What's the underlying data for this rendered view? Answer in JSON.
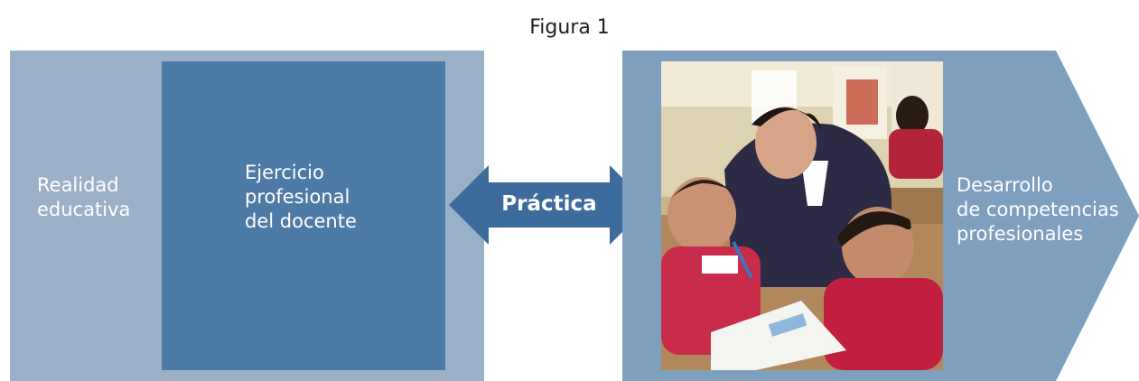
{
  "figure": {
    "title": "Figura 1"
  },
  "left_panel": {
    "outer_label": "Realidad\neducativa",
    "inner_label": "Ejercicio\nprofesional\ndel docente"
  },
  "connector": {
    "label": "Práctica"
  },
  "right_panel": {
    "label": "Desarrollo\nde competencias\nprofesionales"
  },
  "colors": {
    "outer_panel": "#9ab0c7",
    "inner_box": "#4e7ba6",
    "arrow": "#3d6c9c",
    "right_panel": "#7f9fbf",
    "text": "#ffffff"
  }
}
